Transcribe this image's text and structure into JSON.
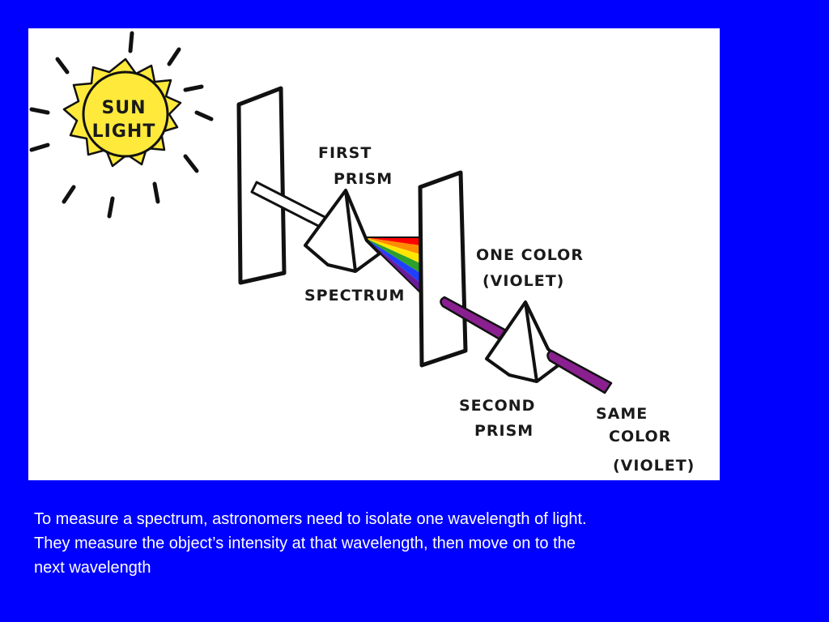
{
  "diagram": {
    "labels": {
      "sun_line1": "SUN",
      "sun_line2": "LIGHT",
      "first_prism_line1": "FIRST",
      "first_prism_line2": "PRISM",
      "spectrum": "SPECTRUM",
      "one_color_line1": "ONE COLOR",
      "one_color_line2": "(VIOLET)",
      "second_prism_line1": "SECOND",
      "second_prism_line2": "PRISM",
      "same_color_line1": "SAME",
      "same_color_line2": "COLOR",
      "same_color_line3": "(VIOLET)"
    },
    "colors": {
      "sun": "#ffea3c",
      "violet_beam": "#8a2090",
      "spectrum": [
        "#ff0000",
        "#ff8c00",
        "#ffe600",
        "#2ca02c",
        "#1f3fff",
        "#6a1b9a"
      ]
    }
  },
  "caption": {
    "line1": "To measure a spectrum, astronomers need to isolate one wavelength of light.",
    "line2": "They measure the object’s intensity at that wavelength, then move on to the",
    "line3": "next wavelength"
  }
}
